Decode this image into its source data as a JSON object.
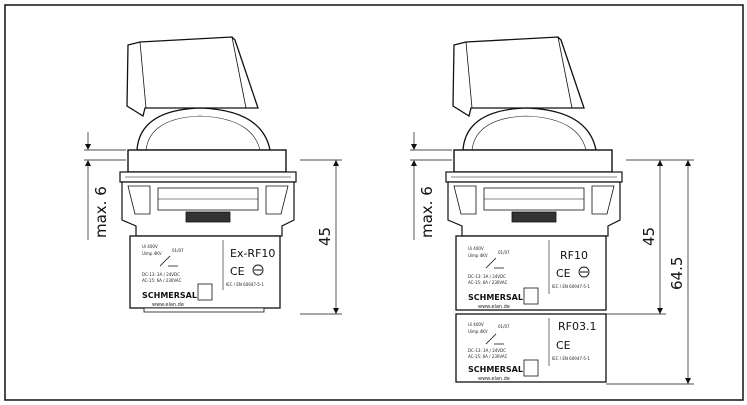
{
  "left": {
    "model_label": "Ex-RF10",
    "date_code": "01/07",
    "ui": "Ui 400V",
    "uimp": "Uimp 4KV",
    "dc_rating": "DC-13: 3A / 24VDC",
    "ac_rating": "AC-15: 6A / 230VAC",
    "standard": "IEC / EN 60947-5-1",
    "brand": "SCHMERSAL",
    "url": "www.elan.de",
    "dim_max": "max. 6",
    "dim_height": "45"
  },
  "right": {
    "model_label_1": "RF10",
    "model_label_2": "RF03.1",
    "date_code": "01/07",
    "ui": "Ui 400V",
    "uimp": "Uimp 4KV",
    "dc_rating": "DC-13: 3A / 24VDC",
    "ac_rating": "AC-15: 6A / 230VAC",
    "standard": "IEC / EN 60947-5-1",
    "brand": "SCHMERSAL",
    "url": "www.elan.de",
    "dim_max": "max. 6",
    "dim_height": "45",
    "dim_total": "64.5"
  },
  "ce_mark": "CE"
}
